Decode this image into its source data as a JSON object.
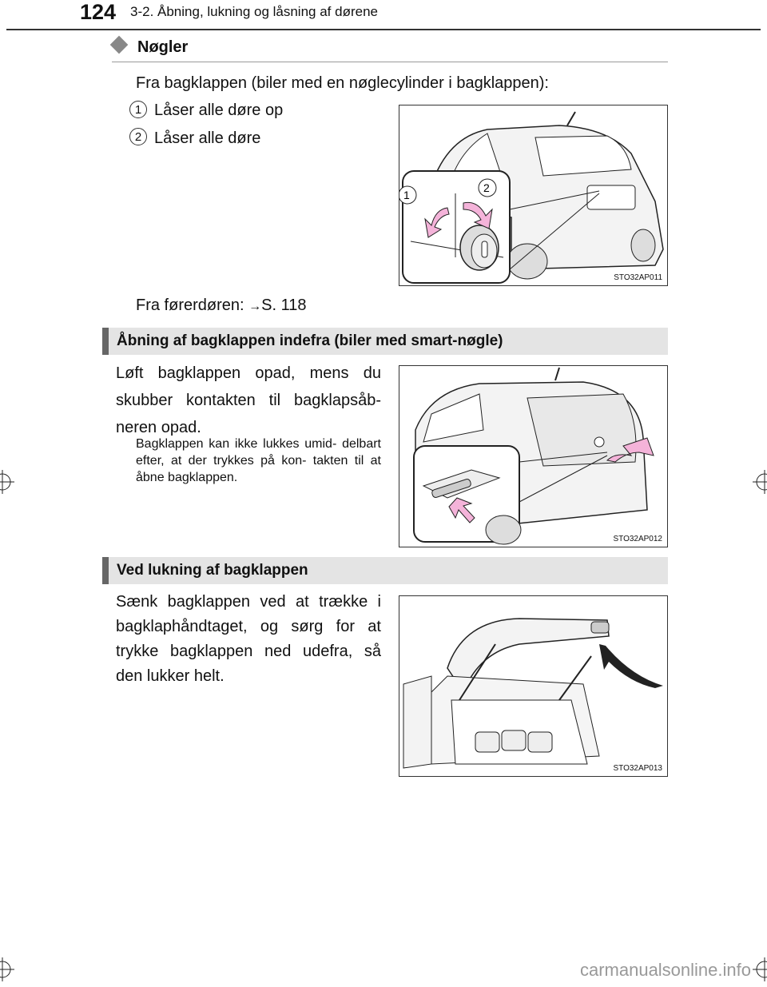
{
  "header": {
    "page_number": "124",
    "chapter": "3-2. Åbning, lukning og låsning af dørene"
  },
  "keys_section": {
    "title": "Nøgler",
    "intro": "Fra bagklappen (biler med en nøglecylinder i bagklappen):",
    "items": [
      {
        "number": "1",
        "text": "Låser alle døre op"
      },
      {
        "number": "2",
        "text": "Låser alle døre"
      }
    ],
    "from_driver": "Fra førerdøren:",
    "ref": "S. 118",
    "figure_code": "STO32AP011",
    "callouts": [
      "1",
      "2"
    ]
  },
  "section_open": {
    "title": "Åbning af bagklappen indefra (biler med smart-nøgle)",
    "text": "Løft bagklappen opad, mens du skubber kontakten til bagklapsåb- neren opad.",
    "note": "Bagklappen kan ikke lukkes umid- delbart efter, at der trykkes på kon- takten til at åbne bagklappen.",
    "figure_code": "STO32AP012"
  },
  "section_close": {
    "title": "Ved lukning af bagklappen",
    "text": "Sænk bagklappen ved at trække i bagklaphåndtaget, og sørg for at trykke bagklappen ned udefra, så den lukker helt.",
    "figure_code": "STO32AP013"
  },
  "footer": {
    "watermark": "carmanualsonline.info"
  },
  "colors": {
    "arrow_pink": "#f4b3d9",
    "section_bar": "#e4e4e4",
    "bar_accent": "#666666"
  }
}
